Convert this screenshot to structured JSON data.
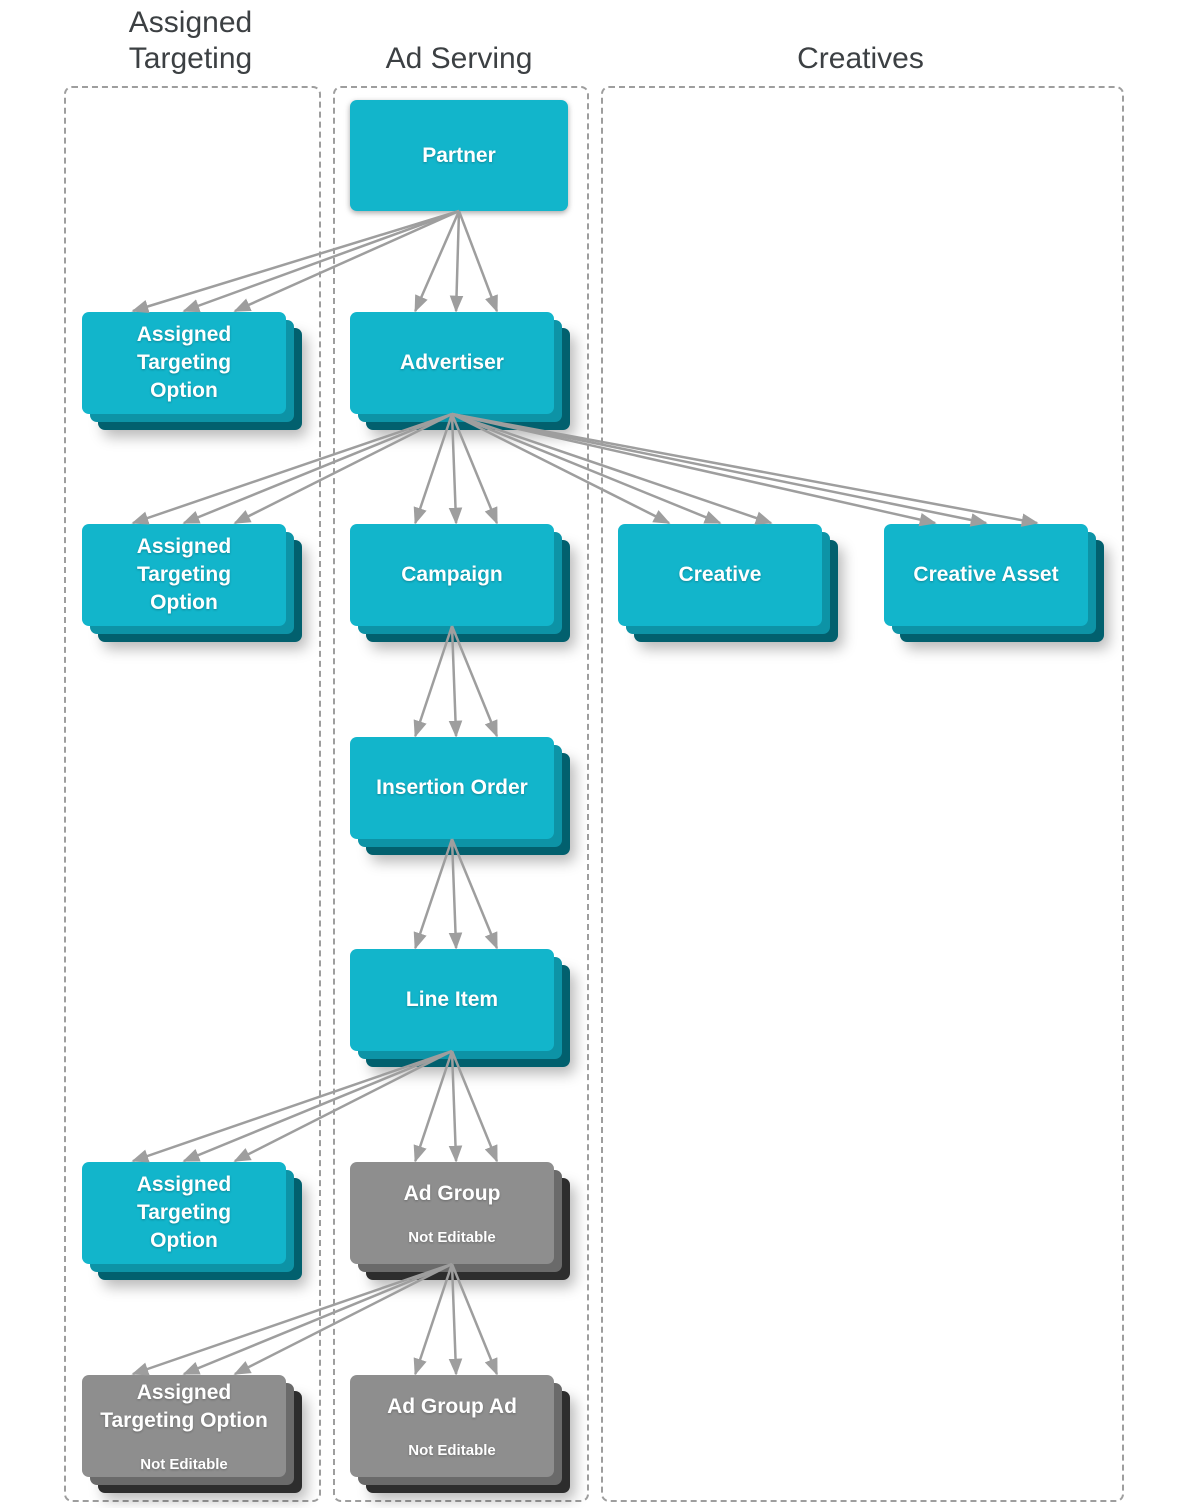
{
  "columns": [
    {
      "id": "assigned-targeting",
      "label": "Assigned\nTargeting"
    },
    {
      "id": "ad-serving",
      "label": "Ad Serving"
    },
    {
      "id": "creatives",
      "label": "Creatives"
    }
  ],
  "nodes": [
    {
      "id": "partner",
      "label": "Partner",
      "variant": "cyan-single"
    },
    {
      "id": "assigned-targeting-option-1",
      "label": "Assigned\nTargeting\nOption",
      "variant": "cyan"
    },
    {
      "id": "advertiser",
      "label": "Advertiser",
      "variant": "cyan"
    },
    {
      "id": "assigned-targeting-option-2",
      "label": "Assigned\nTargeting\nOption",
      "variant": "cyan"
    },
    {
      "id": "campaign",
      "label": "Campaign",
      "variant": "cyan"
    },
    {
      "id": "creative",
      "label": "Creative",
      "variant": "cyan"
    },
    {
      "id": "creative-asset",
      "label": "Creative Asset",
      "variant": "cyan"
    },
    {
      "id": "insertion-order",
      "label": "Insertion Order",
      "variant": "cyan"
    },
    {
      "id": "line-item",
      "label": "Line Item",
      "variant": "cyan"
    },
    {
      "id": "assigned-targeting-option-3",
      "label": "Assigned\nTargeting\nOption",
      "variant": "cyan"
    },
    {
      "id": "ad-group",
      "label": "Ad Group",
      "sublabel": "Not Editable",
      "variant": "gray"
    },
    {
      "id": "assigned-targeting-option-not-editable",
      "label": "Assigned\nTargeting Option",
      "sublabel": "Not Editable",
      "variant": "gray"
    },
    {
      "id": "ad-group-ad",
      "label": "Ad Group Ad",
      "sublabel": "Not Editable",
      "variant": "gray"
    }
  ],
  "edges": [
    {
      "from": "partner",
      "to": "assigned-targeting-option-1"
    },
    {
      "from": "partner",
      "to": "advertiser"
    },
    {
      "from": "advertiser",
      "to": "assigned-targeting-option-2"
    },
    {
      "from": "advertiser",
      "to": "campaign"
    },
    {
      "from": "advertiser",
      "to": "creative"
    },
    {
      "from": "advertiser",
      "to": "creative-asset"
    },
    {
      "from": "campaign",
      "to": "insertion-order"
    },
    {
      "from": "insertion-order",
      "to": "line-item"
    },
    {
      "from": "line-item",
      "to": "assigned-targeting-option-3"
    },
    {
      "from": "line-item",
      "to": "ad-group"
    },
    {
      "from": "ad-group",
      "to": "assigned-targeting-option-not-editable"
    },
    {
      "from": "ad-group",
      "to": "ad-group-ad"
    }
  ],
  "colors": {
    "cyan": "#12b5cb",
    "cyanLayer2": "#0d93a6",
    "cyanLayer3": "#02606e",
    "gray": "#8e8e8e",
    "grayLayer2": "#6a6a6a",
    "grayLayer3": "#2d2d2d",
    "arrow": "#9e9e9e",
    "headerText": "#3c4043",
    "columnBorder": "#9e9e9e"
  }
}
